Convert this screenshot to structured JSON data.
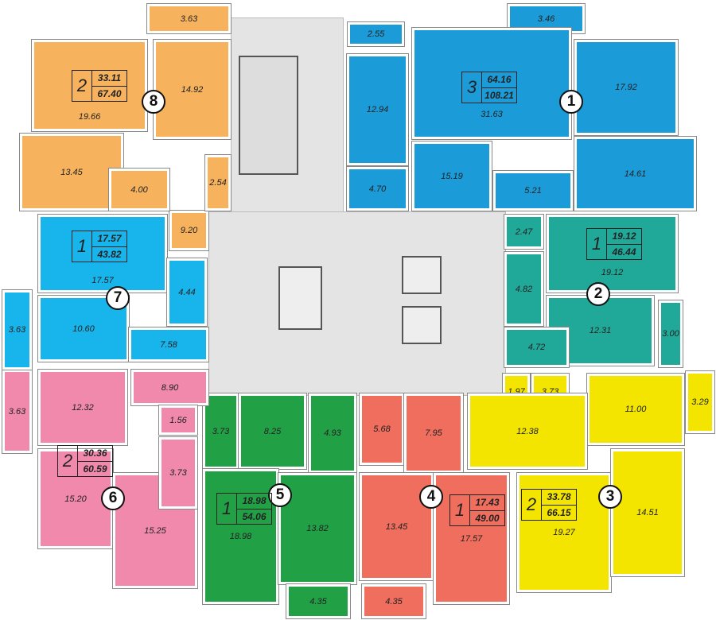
{
  "apartments": [
    {
      "number": "1",
      "rooms": "3",
      "living_area": "64.16",
      "total_area": "108.21",
      "color": "#1b9bd8",
      "room_areas": [
        "2.55",
        "3.46",
        "12.94",
        "4.70",
        "31.63",
        "17.92",
        "15.19",
        "5.21",
        "14.61"
      ]
    },
    {
      "number": "2",
      "rooms": "1",
      "living_area": "19.12",
      "total_area": "46.44",
      "color": "#20a999",
      "room_areas": [
        "2.47",
        "4.82",
        "19.12",
        "12.31",
        "4.72",
        "3.00"
      ]
    },
    {
      "number": "3",
      "rooms": "2",
      "living_area": "33.78",
      "total_area": "66.15",
      "color": "#f3e500",
      "room_areas": [
        "1.97",
        "3.73",
        "11.00",
        "3.29",
        "12.38",
        "19.27",
        "14.51"
      ]
    },
    {
      "number": "4",
      "rooms": "1",
      "living_area": "17.43",
      "total_area": "49.00",
      "color": "#ef6e5e",
      "room_areas": [
        "5.68",
        "7.95",
        "13.45",
        "17.57",
        "4.35"
      ]
    },
    {
      "number": "5",
      "rooms": "1",
      "living_area": "18.98",
      "total_area": "54.06",
      "color": "#22a046",
      "room_areas": [
        "3.73",
        "8.25",
        "4.93",
        "18.98",
        "13.82",
        "4.35"
      ]
    },
    {
      "number": "6",
      "rooms": "2",
      "living_area": "30.36",
      "total_area": "60.59",
      "color": "#f089ab",
      "room_areas": [
        "3.63",
        "12.32",
        "8.90",
        "1.56",
        "3.73",
        "15.20",
        "15.25"
      ]
    },
    {
      "number": "7",
      "rooms": "1",
      "living_area": "17.57",
      "total_area": "43.82",
      "color": "#17b5ec",
      "room_areas": [
        "17.57",
        "10.60",
        "7.58",
        "4.44",
        "3.63"
      ]
    },
    {
      "number": "8",
      "rooms": "2",
      "living_area": "33.11",
      "total_area": "67.40",
      "color": "#f6b25c",
      "room_areas": [
        "3.63",
        "19.66",
        "14.92",
        "13.45",
        "9.20",
        "4.00",
        "2.54"
      ]
    }
  ]
}
